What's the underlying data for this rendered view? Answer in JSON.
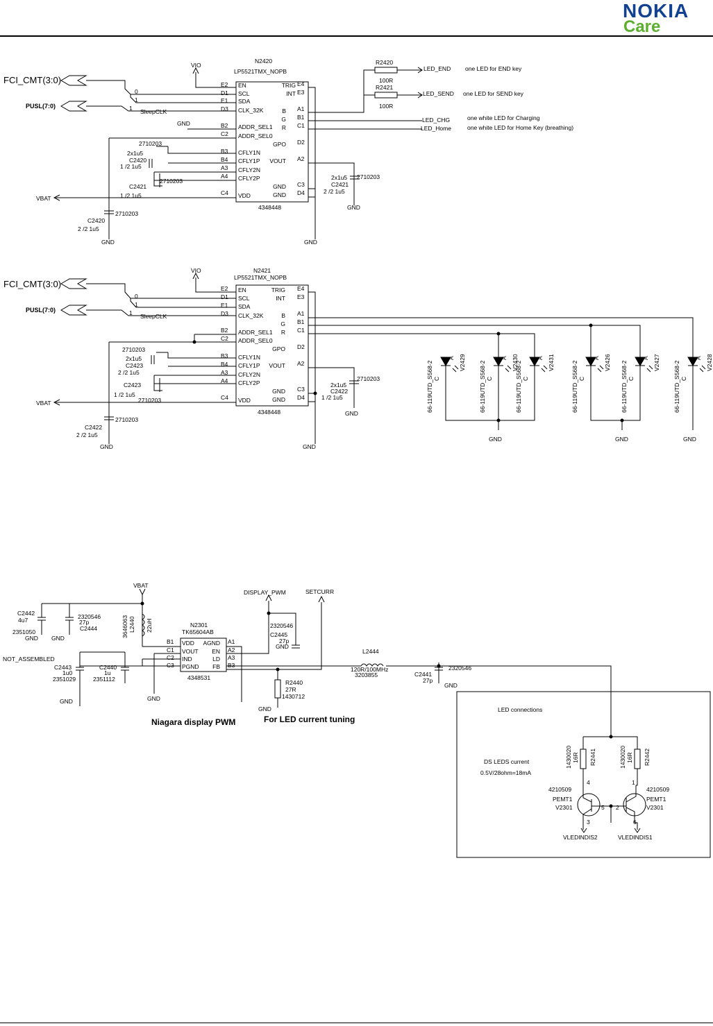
{
  "logo": {
    "brand": "NOKIA",
    "sub": "Care",
    "brand_color": "#124191",
    "sub_color": "#5cae2f"
  },
  "s1": {
    "ref": "N2420",
    "part": "LP5521TMX_NOPB",
    "code": "4348448",
    "fci": "FCI_CMT(3:0)",
    "pusl": "PUSL(7:0)",
    "vio": "VIO",
    "vbat": "VBAT",
    "gnd": "GND",
    "b0": "0",
    "b1": "1",
    "pinL": [
      [
        "E2",
        "EN"
      ],
      [
        "D1",
        "SCL"
      ],
      [
        "E1",
        "SDA"
      ],
      [
        "D3",
        "CLK_32K"
      ],
      [
        "B2",
        "ADDR_SEL1"
      ],
      [
        "C2",
        "ADDR_SEL0"
      ],
      [
        "B3",
        "CFLY1N"
      ],
      [
        "B4",
        "CFLY1P"
      ],
      [
        "A3",
        "CFLY2N"
      ],
      [
        "A4",
        "CFLY2P"
      ],
      [
        "C4",
        "VDD"
      ]
    ],
    "pinR": [
      [
        "E4",
        "TRIG"
      ],
      [
        "E3",
        "INT"
      ],
      [
        "A1",
        "B"
      ],
      [
        "B1",
        "G"
      ],
      [
        "C1",
        "R"
      ],
      [
        "D2",
        "GPO"
      ],
      [
        "A2",
        "VOUT"
      ],
      [
        "C3",
        "GND"
      ],
      [
        "D4",
        "GND"
      ]
    ],
    "sleepclk": "SleepCLK",
    "r2420": [
      "R2420",
      "100R"
    ],
    "r2421": [
      "R2421",
      "100R"
    ],
    "led_end": "LED_END",
    "led_send": "LED_SEND",
    "led_chg": "LED_CHG",
    "led_home": "LED_Home",
    "note_end": "one LED for END key",
    "note_send": "one LED for SEND key",
    "note_chg": "one white LED for Charging",
    "note_home": "one white LED for Home Key (breathing)",
    "cap_a": [
      "2710203",
      "2x1u5",
      "C2420",
      "1 /2 1u5"
    ],
    "cap_b": [
      "C2421",
      "2710203",
      "1 /2 1u5"
    ],
    "cap_c": [
      "2x1u5",
      "C2421",
      "2 /2 1u5",
      "2710203"
    ],
    "cap_d": [
      "2710203",
      "C2420",
      "2 /2 1u5"
    ]
  },
  "s2": {
    "ref": "N2421",
    "part": "LP5521TMX_NOPB",
    "code": "4348448",
    "fci": "FCI_CMT(3:0)",
    "pusl": "PUSL(7:0)",
    "vio": "VIO",
    "vbat": "VBAT",
    "gnd": "GND",
    "sleepclk": "SleepCLK",
    "cap_a": [
      "2710203",
      "2x1u5",
      "C2423",
      "2 /2 1u5"
    ],
    "cap_b": [
      "C2423",
      "1 /2 1u5",
      "2710203"
    ],
    "cap_c": [
      "2x1u5",
      "C2422",
      "1 /2 1u5",
      "2710203"
    ],
    "cap_d": [
      "2710203",
      "C2422",
      "2 /2 1u5"
    ],
    "leds": [
      {
        "ref": "V2429",
        "part": "66-119UTD_S568-2"
      },
      {
        "ref": "V2430",
        "part": "66-119UTD_S568-2"
      },
      {
        "ref": "V2431",
        "part": "66-119UTD_S568-2"
      },
      {
        "ref": "V2426",
        "part": "66-119UTD_S568-2"
      },
      {
        "ref": "V2427",
        "part": "66-119UTD_S568-2"
      },
      {
        "ref": "V2428",
        "part": "66-119UTD_S568-2"
      }
    ],
    "pin_c": "C",
    "pin_a": "A"
  },
  "s3": {
    "vbat": "VBAT",
    "display_pwm": "DISPLAY_PWM",
    "setcurr": "SETCURR",
    "ref": "N2301",
    "part": "TK65604AB",
    "code": "4348531",
    "pinL": [
      [
        "B1",
        "VDD"
      ],
      [
        "C1",
        "VOUT"
      ],
      [
        "C2",
        "IND"
      ],
      [
        "C3",
        "PGND"
      ]
    ],
    "pinR": [
      [
        "A1",
        "AGND"
      ],
      [
        "A2",
        "EN"
      ],
      [
        "A3",
        "LD"
      ],
      [
        "B3",
        "FB"
      ]
    ],
    "c2442": [
      "C2442",
      "4u7",
      "2351050",
      "GND"
    ],
    "c2444": [
      "2320546",
      "27p",
      "C2444",
      "GND"
    ],
    "l2440": [
      "3646063",
      "L2440",
      "22uH"
    ],
    "c2445": [
      "2320546",
      "C2445",
      "27p",
      "GND"
    ],
    "not_assembled": "NOT_ASSEMBLED",
    "c2443": [
      "C2443",
      "1u0",
      "2351029",
      "GND"
    ],
    "c2440": [
      "C2440",
      "1u",
      "2351112"
    ],
    "gnd": "GND",
    "r2440": [
      "R2440",
      "27R",
      "1430712",
      "GND"
    ],
    "l2444": [
      "L2444",
      "120R/100MHz",
      "3203855"
    ],
    "c2441": [
      "C2441",
      "27p",
      "2320546",
      "GND"
    ],
    "caption1": "Niagara display PWM",
    "caption2": "For LED current tuning",
    "box_title": "LED connections",
    "ds_current": "DS LEDS current",
    "ds_formula": "0.5V/28ohm=18mA",
    "r2441": [
      "1430020",
      "16R",
      "R2441"
    ],
    "r2442": [
      "1430020",
      "16R",
      "R2442"
    ],
    "tr_left": [
      "4210509",
      "PEMT1",
      "V2301"
    ],
    "tr_right": [
      "4210509",
      "PEMT1",
      "V2301"
    ],
    "pins": [
      "4",
      "1",
      "3",
      "5",
      "2",
      "6"
    ],
    "out1": "VLEDINDIS2",
    "out2": "VLEDINDIS1"
  },
  "colors": {
    "line": "#000000",
    "background": "#ffffff"
  }
}
